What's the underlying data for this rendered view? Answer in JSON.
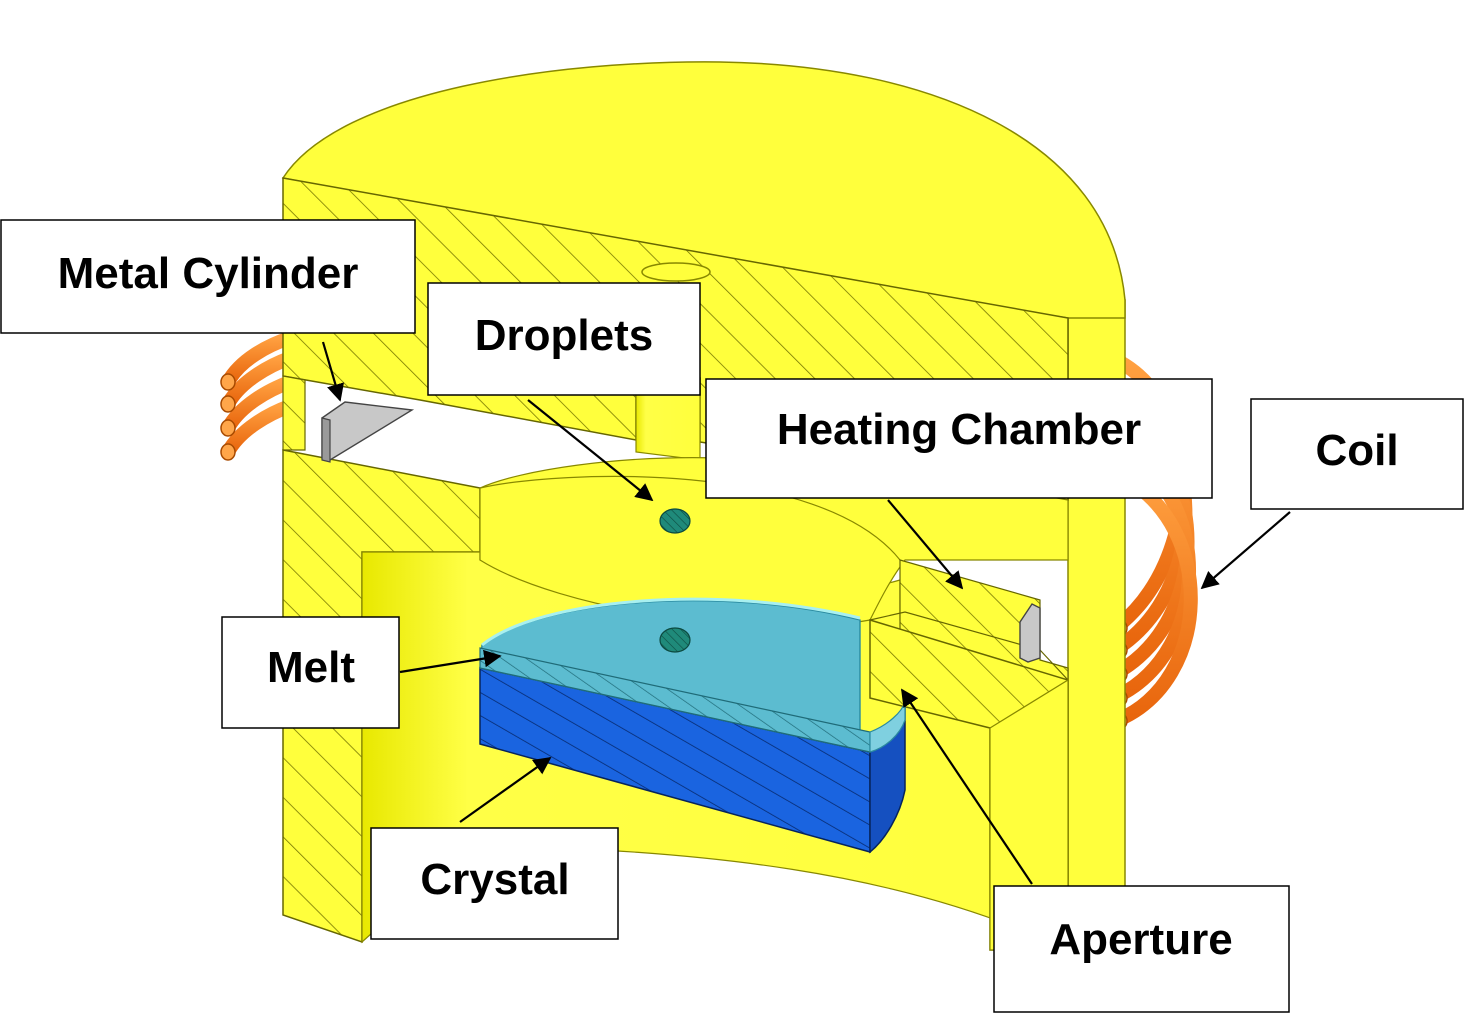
{
  "labels": {
    "metal_cylinder": "Metal Cylinder",
    "droplets": "Droplets",
    "heating_chamber": "Heating Chamber",
    "coil": "Coil",
    "melt": "Melt",
    "crystal": "Crystal",
    "aperture": "Aperture"
  },
  "colors": {
    "body": "#ffff3c",
    "body_dark": "#d8d80a",
    "melt": "#5cbcd0",
    "crystal": "#1a64e0",
    "droplet": "#1f8a7a",
    "coil": "#f47b1c",
    "metal": "#c8c8c8"
  }
}
